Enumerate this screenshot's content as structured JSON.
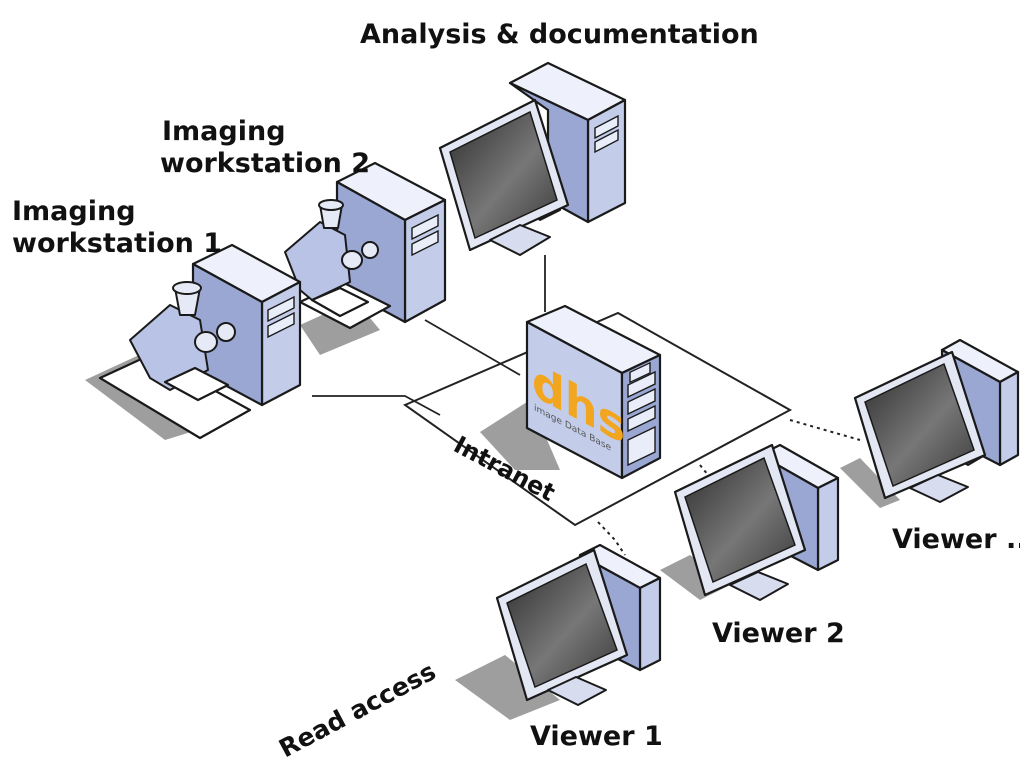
{
  "labels": {
    "analysis": "Analysis & documentation",
    "imaging2_line1": "Imaging",
    "imaging2_line2": "workstation 2",
    "imaging1_line1": "Imaging",
    "imaging1_line2": "workstation 1",
    "intranet": "Intranet",
    "viewer_more": "Viewer ...",
    "viewer2": "Viewer 2",
    "viewer1": "Viewer 1",
    "read_access": "Read access"
  },
  "server_logo": {
    "brand": "dhs",
    "tagline": "image Data Base",
    "brand_color": "#f2a51f"
  },
  "colors": {
    "device_body": "#c3cdea",
    "device_shadow": "#8d8d8d"
  }
}
